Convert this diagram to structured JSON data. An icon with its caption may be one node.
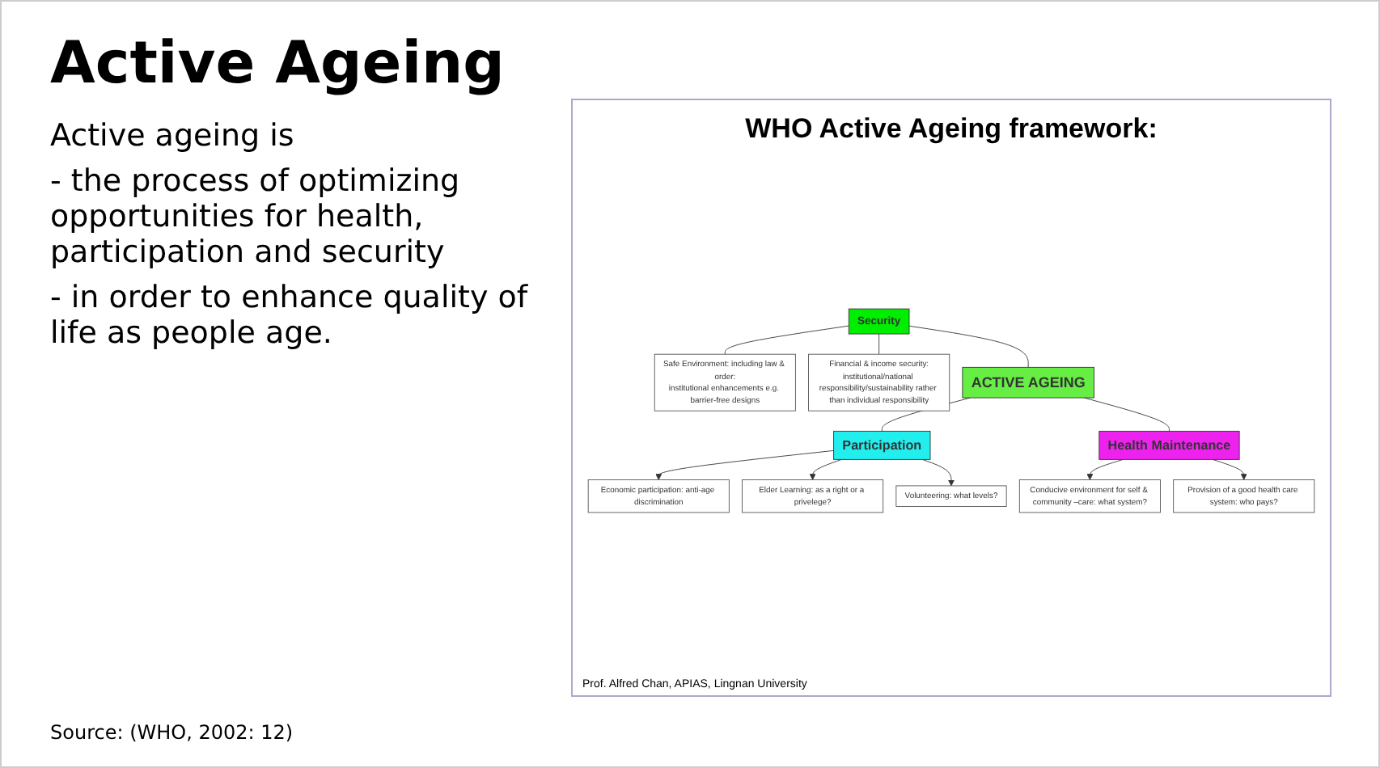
{
  "diagram": {
    "title": "Active Ageing",
    "caption": "Source: (WHO, 2002: 12)",
    "nodes": [
      {
        "text": [
          "Security"
        ]
      },
      {
        "text": [
          "Safe Environment: including law & order:",
          "institutional enhancements e.g. barrier-free designs"
        ]
      },
      {
        "text": [
          "Financial & income security:",
          "institutional/national responsibility/sustainability rather than individual responsibility"
        ]
      },
      {
        "text": [
          "ACTIVE AGEING"
        ]
      },
      {
        "text": [
          "Participation"
        ]
      },
      {
        "text": [
          "Economic participation: anti-age discrimination"
        ]
      },
      {
        "text": [
          "Elder Learning: as a right or a privelege?"
        ]
      },
      {
        "text": [
          "Volunteering: what levels?"
        ]
      },
      {
        "text": [
          "Health Maintenance"
        ]
      },
      {
        "text": [
          "Conducive environment for self & community –care: what system?"
        ]
      },
      {
        "text": [
          "Provision of a good health care system: who pays?"
        ]
      }
    ],
    "edges": [
      {
        "from": 0,
        "to": 1,
        "arrow": "none"
      },
      {
        "from": 0,
        "to": 2,
        "arrow": "none"
      },
      {
        "from": 0,
        "to": 3,
        "arrow": "none"
      },
      {
        "from": 3,
        "to": 4,
        "arrow": "none"
      },
      {
        "from": 3,
        "to": 8,
        "arrow": "none"
      },
      {
        "from": 4,
        "to": 5,
        "arrow": "to"
      },
      {
        "from": 4,
        "to": 6,
        "arrow": "to"
      },
      {
        "from": 4,
        "to": 7,
        "arrow": "to"
      },
      {
        "from": 8,
        "to": 9,
        "arrow": "to"
      },
      {
        "from": 8,
        "to": 10,
        "arrow": "to"
      }
    ],
    "labels": [
      "WHO Active Ageing framework:",
      "Active ageing is",
      "- the process of optimizing opportunities for health, participation and security",
      "- in order to enhance quality of life as people age.",
      "Prof. Alfred Chan, APIAS, Lingnan University"
    ]
  }
}
